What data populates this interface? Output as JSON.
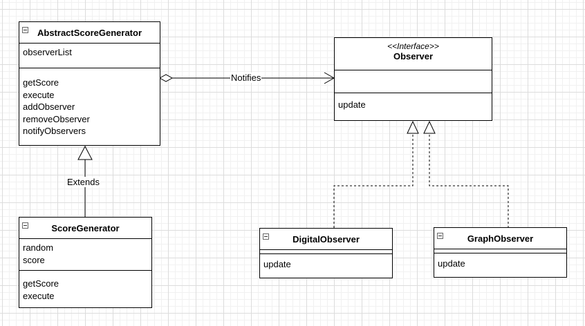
{
  "classes": {
    "abstract_score_generator": {
      "name": "AbstractScoreGenerator",
      "attributes": [
        "observerList"
      ],
      "methods": [
        "getScore",
        "execute",
        "addObserver",
        "removeObserver",
        "notifyObservers"
      ]
    },
    "observer": {
      "stereotype": "<<Interface>>",
      "name": "Observer",
      "attributes": [],
      "methods": [
        "update"
      ]
    },
    "score_generator": {
      "name": "ScoreGenerator",
      "attributes": [
        "random",
        "score"
      ],
      "methods": [
        "getScore",
        "execute"
      ]
    },
    "digital_observer": {
      "name": "DigitalObserver",
      "attributes": [],
      "methods": [
        "update"
      ]
    },
    "graph_observer": {
      "name": "GraphObserver",
      "attributes": [],
      "methods": [
        "update"
      ]
    }
  },
  "edges": {
    "notifies_label": "Notifies",
    "extends_label": "Extends"
  }
}
